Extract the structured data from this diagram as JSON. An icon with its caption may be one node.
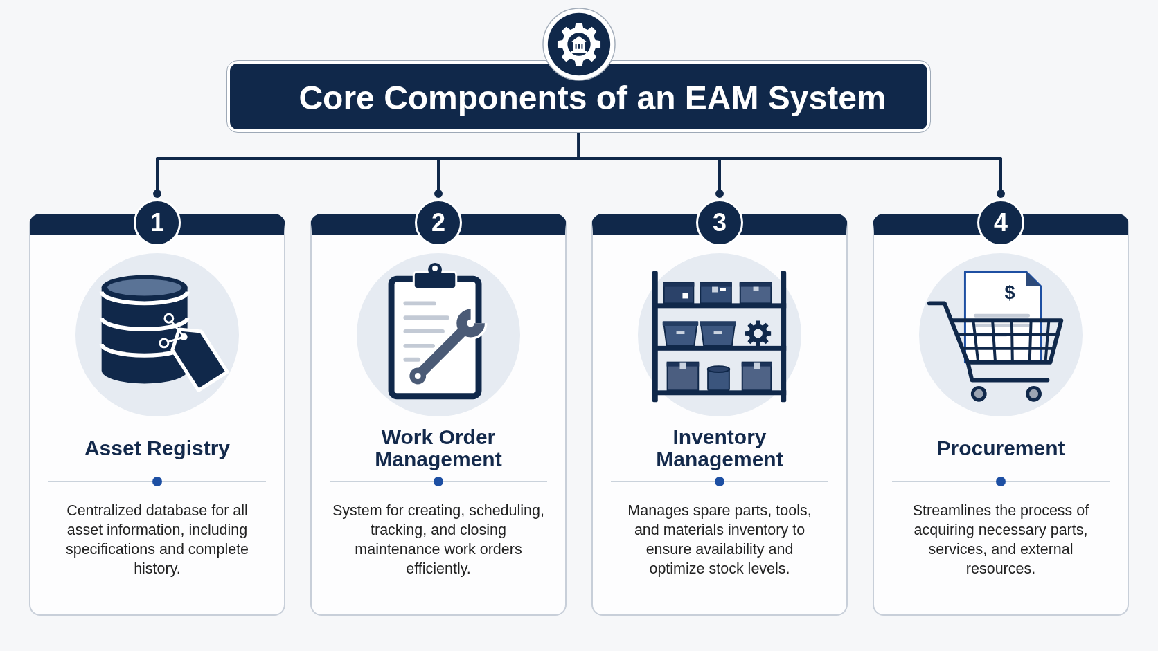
{
  "diagram": {
    "nodes": [
      {
        "text": [
          "Core Components of an EAM System"
        ]
      },
      {
        "text": [
          "1"
        ]
      },
      {
        "text": [
          "Asset Registry",
          "Centralized database for all asset information, including specifications and complete history."
        ]
      },
      {
        "text": [
          "2"
        ]
      },
      {
        "text": [
          "Work Order Management",
          "System for creating, scheduling, tracking, and closing maintenance work orders efficiently."
        ]
      },
      {
        "text": [
          "3"
        ]
      },
      {
        "text": [
          "Inventory Management",
          "Manages spare parts, tools, and materials inventory to ensure availability and optimize stock levels."
        ]
      },
      {
        "text": [
          "4"
        ]
      },
      {
        "text": [
          "Procurement",
          "Streamlines the process of acquiring necessary parts, services, and external resources."
        ]
      }
    ],
    "edges": [
      {
        "from": 0,
        "to": 1,
        "arrow": "other"
      },
      {
        "from": 0,
        "to": 3,
        "arrow": "other"
      },
      {
        "from": 0,
        "to": 5,
        "arrow": "other"
      },
      {
        "from": 0,
        "to": 7,
        "arrow": "other"
      }
    ],
    "labels": [
      "$"
    ]
  }
}
